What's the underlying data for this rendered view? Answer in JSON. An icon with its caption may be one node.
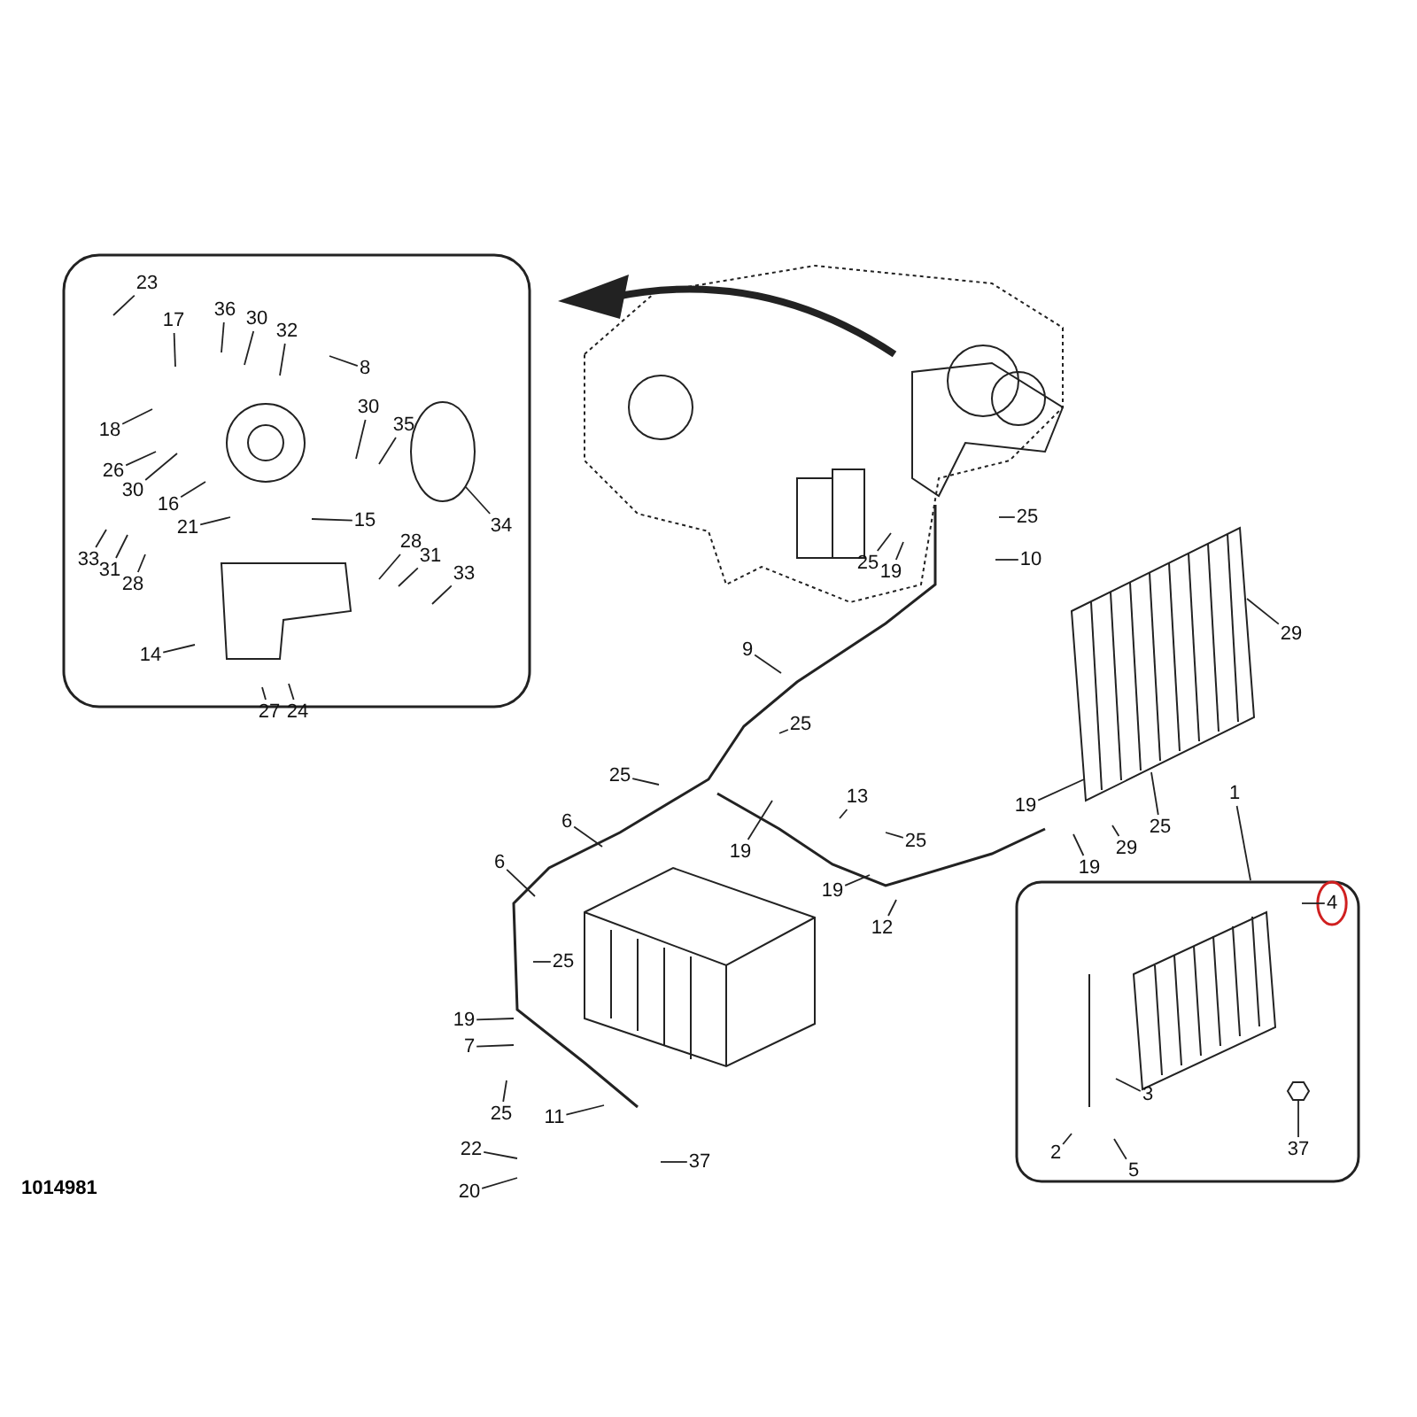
{
  "diagram": {
    "nodes": [
      {
        "text": [],
        "shape": "box"
      },
      {
        "text": [
          "23"
        ],
        "in": 0
      },
      {
        "text": [
          "17"
        ],
        "in": 0
      },
      {
        "text": [
          "36"
        ],
        "in": 0
      },
      {
        "text": [
          "30"
        ],
        "in": 0
      },
      {
        "text": [
          "32"
        ],
        "in": 0
      },
      {
        "text": [
          "8"
        ],
        "in": 0
      },
      {
        "text": [
          "18"
        ],
        "in": 0
      },
      {
        "text": [
          "30"
        ],
        "in": 0
      },
      {
        "text": [
          "35"
        ],
        "in": 0
      },
      {
        "text": [
          "26"
        ],
        "in": 0
      },
      {
        "text": [
          "30"
        ],
        "in": 0
      },
      {
        "text": [
          "16"
        ],
        "in": 0
      },
      {
        "text": [
          "21"
        ],
        "in": 0
      },
      {
        "text": [
          "15"
        ],
        "in": 0
      },
      {
        "text": [
          "34"
        ],
        "in": 0
      },
      {
        "text": [
          "33"
        ],
        "in": 0
      },
      {
        "text": [
          "31"
        ],
        "in": 0
      },
      {
        "text": [
          "28"
        ],
        "in": 0
      },
      {
        "text": [
          "28"
        ],
        "in": 0
      },
      {
        "text": [
          "31"
        ],
        "in": 0
      },
      {
        "text": [
          "33"
        ],
        "in": 0
      },
      {
        "text": [
          "14"
        ],
        "in": 0
      },
      {
        "text": [
          "27"
        ],
        "in": 0
      },
      {
        "text": [
          "24"
        ],
        "in": 0
      },
      {
        "text": [
          "25"
        ]
      },
      {
        "text": [
          "25"
        ]
      },
      {
        "text": [
          "19"
        ]
      },
      {
        "text": [
          "10"
        ]
      },
      {
        "text": [
          "29"
        ]
      },
      {
        "text": [
          "9"
        ]
      },
      {
        "text": [
          "25"
        ]
      },
      {
        "text": [
          "25"
        ]
      },
      {
        "text": [
          "13"
        ]
      },
      {
        "text": [
          "6"
        ]
      },
      {
        "text": [
          "25"
        ]
      },
      {
        "text": [
          "19"
        ]
      },
      {
        "text": [
          "6"
        ]
      },
      {
        "text": [
          "19"
        ]
      },
      {
        "text": [
          "12"
        ]
      },
      {
        "text": [
          "25"
        ]
      },
      {
        "text": [
          "19"
        ]
      },
      {
        "text": [
          "7"
        ]
      },
      {
        "text": [
          "25"
        ]
      },
      {
        "text": [
          "11"
        ]
      },
      {
        "text": [
          "22"
        ]
      },
      {
        "text": [
          "20"
        ]
      },
      {
        "text": [
          "37"
        ]
      },
      {
        "text": [
          "19"
        ]
      },
      {
        "text": [
          "19"
        ]
      },
      {
        "text": [
          "29"
        ]
      },
      {
        "text": [
          "25"
        ]
      },
      {
        "text": [
          "1"
        ]
      },
      {
        "text": [],
        "shape": "box"
      },
      {
        "text": [
          "4"
        ],
        "in": 53
      },
      {
        "text": [
          "3"
        ],
        "in": 53
      },
      {
        "text": [
          "2"
        ],
        "in": 53
      },
      {
        "text": [
          "5"
        ],
        "in": 53
      },
      {
        "text": [
          "37"
        ],
        "in": 53
      },
      {
        "text": [],
        "shape": "picture"
      },
      {
        "text": [],
        "shape": "picture",
        "in": 0
      },
      {
        "text": [],
        "shape": "picture",
        "in": 53
      }
    ],
    "edges": [
      {
        "from": 1,
        "to": null,
        "arrow": "none"
      },
      {
        "from": 2,
        "to": null,
        "arrow": "none"
      },
      {
        "from": 3,
        "to": null,
        "arrow": "none"
      },
      {
        "from": 4,
        "to": null,
        "arrow": "none"
      },
      {
        "from": 5,
        "to": null,
        "arrow": "none"
      },
      {
        "from": 6,
        "to": null,
        "arrow": "none"
      },
      {
        "from": 7,
        "to": null,
        "arrow": "none"
      },
      {
        "from": 8,
        "to": null,
        "arrow": "none"
      },
      {
        "from": 9,
        "to": null,
        "arrow": "none"
      },
      {
        "from": 10,
        "to": null,
        "arrow": "none"
      },
      {
        "from": 11,
        "to": null,
        "arrow": "none"
      },
      {
        "from": 12,
        "to": null,
        "arrow": "none"
      },
      {
        "from": 13,
        "to": null,
        "arrow": "none"
      },
      {
        "from": 14,
        "to": null,
        "arrow": "none"
      },
      {
        "from": 15,
        "to": 60,
        "arrow": "none"
      },
      {
        "from": 16,
        "to": null,
        "arrow": "none"
      },
      {
        "from": 17,
        "to": null,
        "arrow": "none"
      },
      {
        "from": 18,
        "to": null,
        "arrow": "none"
      },
      {
        "from": 19,
        "to": null,
        "arrow": "none"
      },
      {
        "from": 20,
        "to": null,
        "arrow": "none"
      },
      {
        "from": 21,
        "to": null,
        "arrow": "none"
      },
      {
        "from": 22,
        "to": null,
        "arrow": "none"
      },
      {
        "from": 23,
        "to": null,
        "arrow": "none"
      },
      {
        "from": 24,
        "to": null,
        "arrow": "none"
      },
      {
        "from": 25,
        "to": null,
        "arrow": "none"
      },
      {
        "from": 26,
        "to": null,
        "arrow": "none"
      },
      {
        "from": 27,
        "to": null,
        "arrow": "none"
      },
      {
        "from": 28,
        "to": null,
        "arrow": "none"
      },
      {
        "from": 29,
        "to": 59,
        "arrow": "none"
      },
      {
        "from": 30,
        "to": null,
        "arrow": "none"
      },
      {
        "from": 31,
        "to": null,
        "arrow": "none"
      },
      {
        "from": 32,
        "to": null,
        "arrow": "none"
      },
      {
        "from": 33,
        "to": null,
        "arrow": "none"
      },
      {
        "from": 34,
        "to": null,
        "arrow": "none"
      },
      {
        "from": 35,
        "to": null,
        "arrow": "none"
      },
      {
        "from": 36,
        "to": null,
        "arrow": "none"
      },
      {
        "from": 37,
        "to": null,
        "arrow": "none"
      },
      {
        "from": 38,
        "to": null,
        "arrow": "none"
      },
      {
        "from": 39,
        "to": null,
        "arrow": "none"
      },
      {
        "from": 40,
        "to": null,
        "arrow": "none"
      },
      {
        "from": 41,
        "to": null,
        "arrow": "none"
      },
      {
        "from": 42,
        "to": null,
        "arrow": "none"
      },
      {
        "from": 43,
        "to": null,
        "arrow": "none"
      },
      {
        "from": 44,
        "to": null,
        "arrow": "none"
      },
      {
        "from": 45,
        "to": null,
        "arrow": "none"
      },
      {
        "from": 46,
        "to": null,
        "arrow": "none"
      },
      {
        "from": 47,
        "to": null,
        "arrow": "none"
      },
      {
        "from": 48,
        "to": 59,
        "arrow": "none"
      },
      {
        "from": 49,
        "to": null,
        "arrow": "none"
      },
      {
        "from": 50,
        "to": null,
        "arrow": "none"
      },
      {
        "from": 51,
        "to": 59,
        "arrow": "none"
      },
      {
        "from": 52,
        "to": 53,
        "arrow": "none"
      },
      {
        "from": 54,
        "to": null,
        "arrow": "none"
      },
      {
        "from": 55,
        "to": null,
        "arrow": "none"
      },
      {
        "from": 56,
        "to": null,
        "arrow": "none"
      },
      {
        "from": 57,
        "to": null,
        "arrow": "none"
      },
      {
        "from": 58,
        "to": 61,
        "arrow": "none"
      }
    ],
    "labels": [
      "1014981"
    ]
  }
}
